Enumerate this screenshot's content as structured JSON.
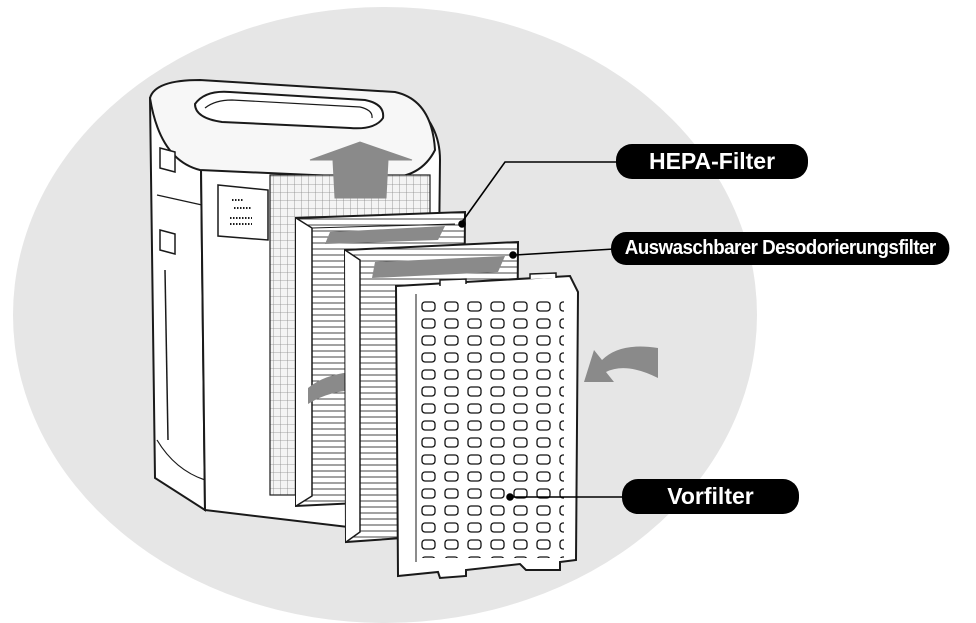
{
  "labels": {
    "hepa": "HEPA-Filter",
    "deodorizing": "Auswaschbarer Desodorierungsfilter",
    "prefilter": "Vorfilter"
  },
  "colors": {
    "background_circle": "#e6e6e6",
    "outline": "#1a1a1a",
    "arrow_fill": "#8a8a8a",
    "label_bg": "#000000",
    "label_text": "#ffffff"
  }
}
